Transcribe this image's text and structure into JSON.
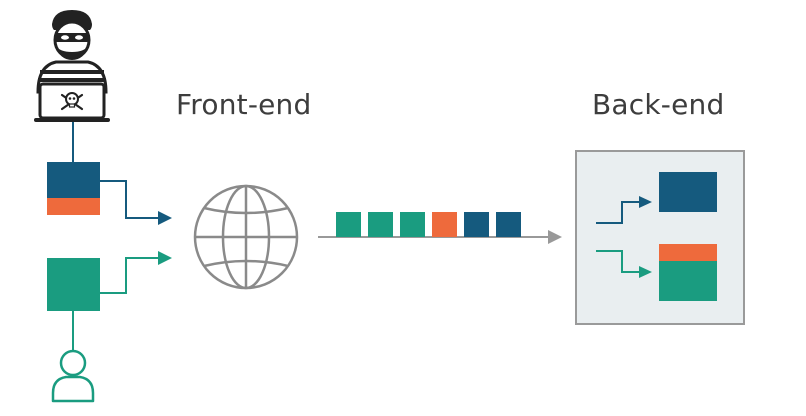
{
  "labels": {
    "frontend": "Front-end",
    "backend": "Back-end"
  },
  "colors": {
    "navy": "#155a7e",
    "orange": "#ee6a3c",
    "teal": "#1a9c80",
    "gray_line": "#888888",
    "arrow_gray": "#999999",
    "backend_bg": "#e9eef0",
    "backend_border": "#9a9a9a",
    "dark": "#222222"
  },
  "queue": [
    {
      "color": "teal"
    },
    {
      "color": "teal"
    },
    {
      "color": "teal"
    },
    {
      "color": "orange"
    },
    {
      "color": "navy"
    },
    {
      "color": "navy"
    }
  ],
  "icons": {
    "attacker": "hacker-icon",
    "globe": "globe-icon",
    "user": "user-icon"
  }
}
